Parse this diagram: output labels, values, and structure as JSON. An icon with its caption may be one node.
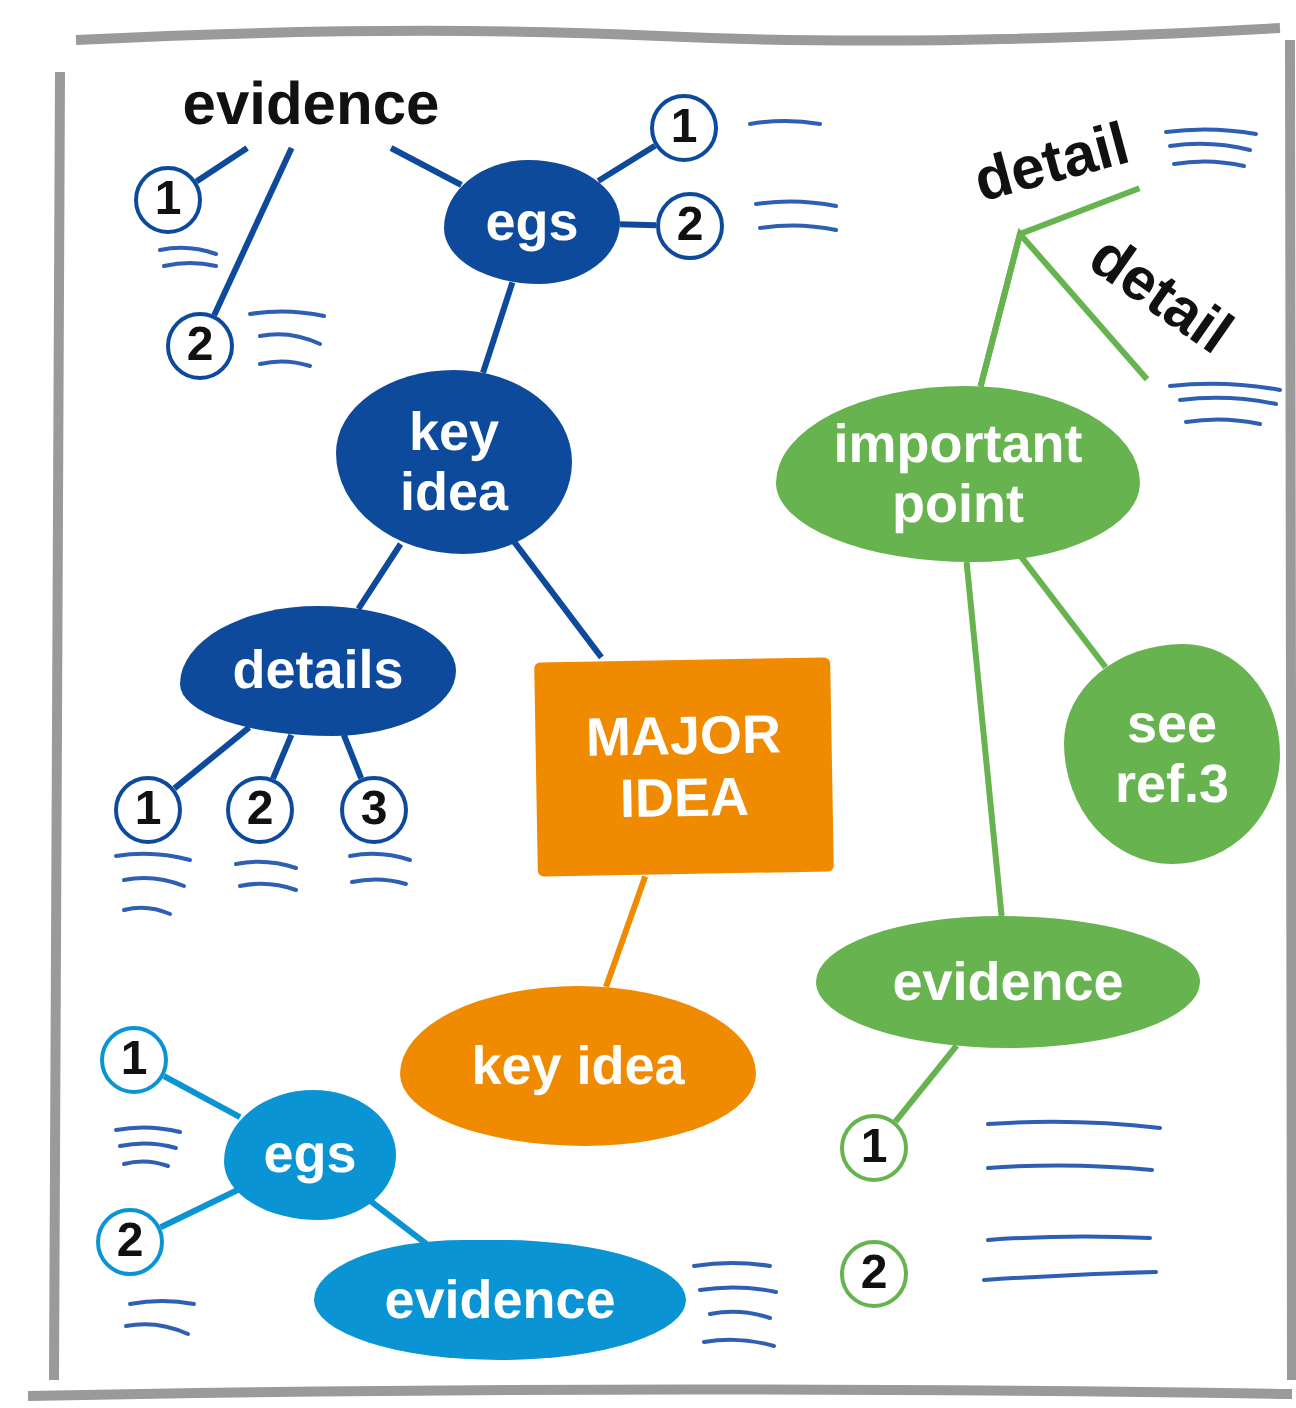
{
  "diagram": {
    "nodes": [
      {
        "text": [
          "evidence"
        ]
      },
      {
        "text": [
          "1"
        ]
      },
      {
        "text": [
          "2"
        ]
      },
      {
        "text": [
          "egs"
        ]
      },
      {
        "text": [
          "1"
        ]
      },
      {
        "text": [
          "2"
        ]
      },
      {
        "text": [
          "key idea"
        ]
      },
      {
        "text": [
          "details"
        ]
      },
      {
        "text": [
          "1"
        ]
      },
      {
        "text": [
          "2"
        ]
      },
      {
        "text": [
          "3"
        ]
      },
      {
        "text": [
          "MAJOR IDEA"
        ]
      },
      {
        "text": [
          "key idea"
        ]
      },
      {
        "text": [
          "detail"
        ]
      },
      {
        "text": [
          "detail"
        ]
      },
      {
        "text": [
          "important point"
        ]
      },
      {
        "text": [
          "see ref.3"
        ]
      },
      {
        "text": [
          "evidence"
        ]
      },
      {
        "text": [
          "1"
        ]
      },
      {
        "text": [
          "2"
        ]
      },
      {
        "text": [
          "1"
        ]
      },
      {
        "text": [
          "2"
        ]
      },
      {
        "text": [
          "egs"
        ]
      },
      {
        "text": [
          "evidence"
        ]
      }
    ],
    "edges": [
      {
        "from": 0,
        "to": 1,
        "arrow": "none"
      },
      {
        "from": 0,
        "to": 2,
        "arrow": "none"
      },
      {
        "from": 0,
        "to": 3,
        "arrow": "none"
      },
      {
        "from": 3,
        "to": 4,
        "arrow": "none"
      },
      {
        "from": 3,
        "to": 5,
        "arrow": "none"
      },
      {
        "from": 3,
        "to": 6,
        "arrow": "none"
      },
      {
        "from": 6,
        "to": 7,
        "arrow": "none"
      },
      {
        "from": 7,
        "to": 8,
        "arrow": "none"
      },
      {
        "from": 7,
        "to": 9,
        "arrow": "none"
      },
      {
        "from": 7,
        "to": 10,
        "arrow": "none"
      },
      {
        "from": 6,
        "to": 11,
        "arrow": "none"
      },
      {
        "from": 11,
        "to": 12,
        "arrow": "none",
        "color": "#f08a00"
      },
      {
        "from": 15,
        "to": 13,
        "arrow": "none",
        "color": "#67b34f"
      },
      {
        "from": 15,
        "to": 14,
        "arrow": "none",
        "color": "#67b34f"
      },
      {
        "from": 15,
        "to": 16,
        "arrow": "none",
        "color": "#67b34f"
      },
      {
        "from": 15,
        "to": 17,
        "arrow": "none",
        "color": "#67b34f"
      },
      {
        "from": 17,
        "to": 18,
        "arrow": "none",
        "color": "#67b34f"
      },
      {
        "from": 22,
        "to": 20,
        "arrow": "none",
        "color": "#0a94d4"
      },
      {
        "from": 22,
        "to": 21,
        "arrow": "none",
        "color": "#0a94d4"
      },
      {
        "from": 22,
        "to": 23,
        "arrow": "none",
        "color": "#0a94d4"
      }
    ]
  }
}
